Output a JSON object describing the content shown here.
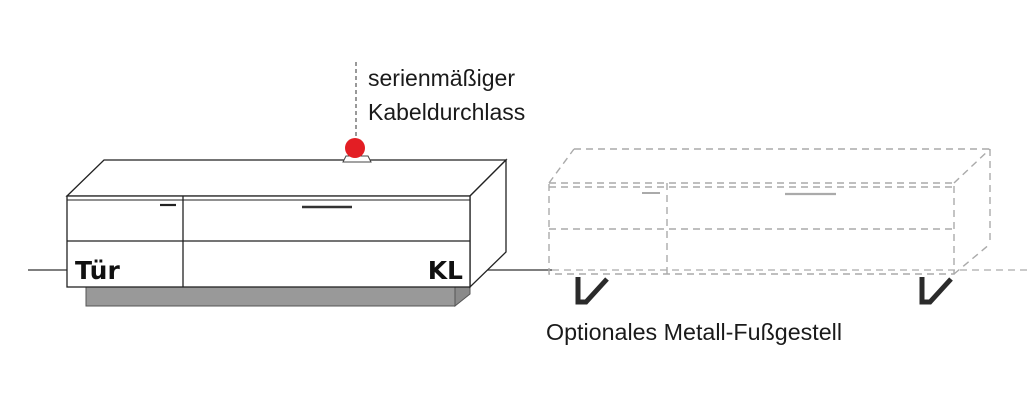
{
  "labels": {
    "cable_note_line1": "serienmäßiger",
    "cable_note_line2": "Kabeldurchlass",
    "door_label": "Tür",
    "module_label": "KL",
    "frame_note": "Optionales Metall-Fußgestell"
  },
  "colors": {
    "outline": "#222222",
    "dashed": "#aaaaaa",
    "plinth": "#999999",
    "marker": "#e31e24",
    "frame": "#2b2b2b"
  },
  "icons": {
    "cable_marker": "red-dot-icon"
  }
}
